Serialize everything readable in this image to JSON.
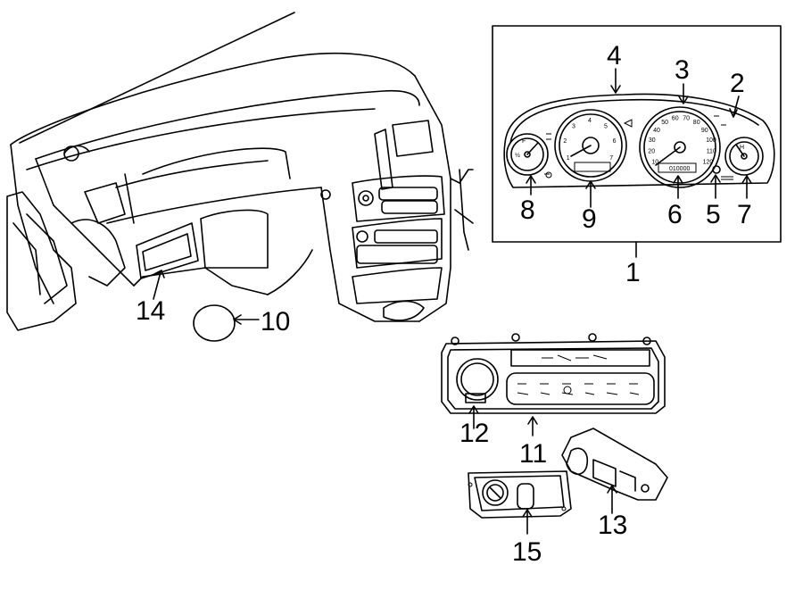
{
  "callouts": {
    "c1": "1",
    "c2": "2",
    "c3": "3",
    "c4": "4",
    "c5": "5",
    "c6": "6",
    "c7": "7",
    "c8": "8",
    "c9": "9",
    "c10": "10",
    "c11": "11",
    "c12": "12",
    "c13": "13",
    "c14": "14",
    "c15": "15"
  },
  "gauges": {
    "fuel_f": "F",
    "fuel_half": "½",
    "temp_h": "H",
    "odometer": "010000",
    "speed_ticks": [
      "10",
      "20",
      "30",
      "40",
      "50",
      "60",
      "70",
      "80",
      "90",
      "100",
      "110",
      "120"
    ],
    "tach_ticks": [
      "1",
      "2",
      "3",
      "4",
      "5",
      "6",
      "7"
    ]
  }
}
